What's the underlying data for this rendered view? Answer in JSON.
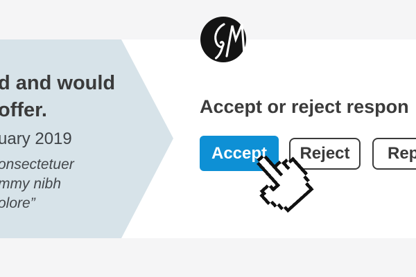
{
  "page": {
    "background_color": "#f5f5f6",
    "card_background_color": "#ffffff"
  },
  "logo": {
    "icon": "gm-monogram-icon",
    "text": "GM",
    "circle_color": "#141414",
    "letter_color": "#ffffff"
  },
  "left_panel": {
    "background_color": "#d7e3e9",
    "heading_line1": "d and would",
    "heading_line2": "offer.",
    "date_fragment": "uary 2019",
    "quote_line1": "onsectetuer",
    "quote_line2": "mmy nibh",
    "quote_line3": "olore”"
  },
  "main": {
    "heading": "Accept or reject respon",
    "buttons": {
      "accept": {
        "label": "Accept",
        "style": "primary",
        "color": "#0e90d5"
      },
      "reject": {
        "label": "Reject",
        "style": "outline"
      },
      "report": {
        "label": "Rep",
        "style": "outline",
        "clipped": "true"
      }
    }
  },
  "cursor": {
    "icon": "pixel-hand-pointer-icon",
    "outline_color": "#111111",
    "fill_color": "#ffffff"
  }
}
